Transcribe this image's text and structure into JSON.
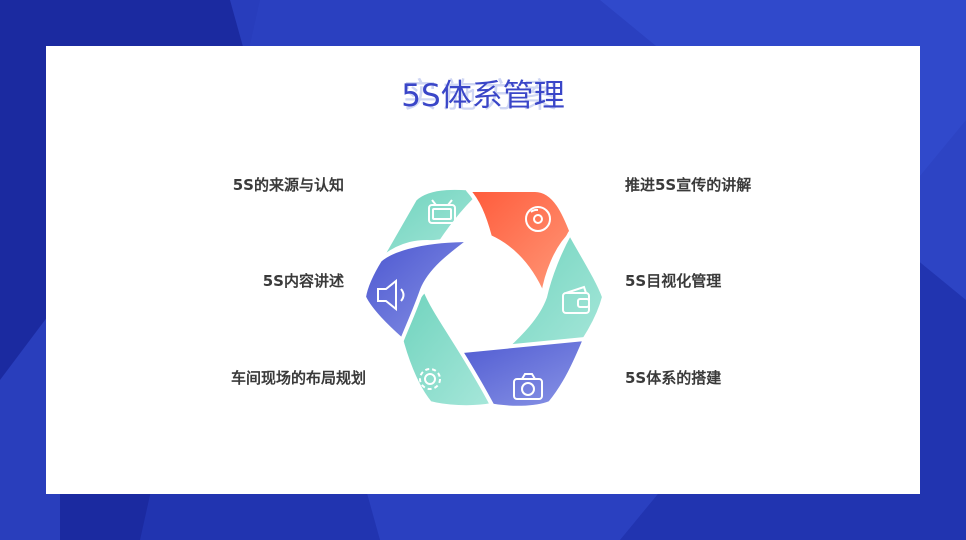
{
  "slide": {
    "title": "5S体系管理",
    "title_shadow": "实施方案",
    "colors": {
      "background": "#2436b3",
      "accent": "#3a46c8",
      "teal": "#7fd6c4",
      "orange": "#ff6a45",
      "blue": "#5a68d8"
    }
  },
  "items": {
    "left": [
      {
        "label": "5S的来源与认知",
        "icon": "tv-icon"
      },
      {
        "label": "5S内容讲述",
        "icon": "speaker-icon"
      },
      {
        "label": "车间现场的布局规划",
        "icon": "gear-icon"
      }
    ],
    "right": [
      {
        "label": "推进5S宣传的讲解",
        "icon": "disc-icon"
      },
      {
        "label": "5S目视化管理",
        "icon": "wallet-icon"
      },
      {
        "label": "5S体系的搭建",
        "icon": "camera-icon"
      }
    ]
  }
}
